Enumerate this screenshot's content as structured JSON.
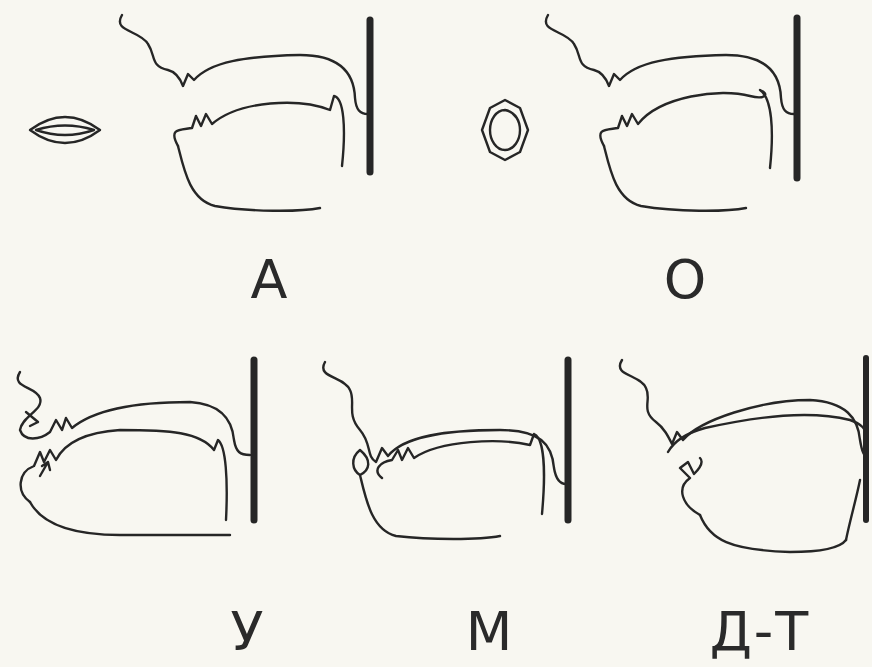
{
  "diagram": {
    "labels": [
      "А",
      "О",
      "У",
      "М",
      "Д-Т"
    ]
  }
}
